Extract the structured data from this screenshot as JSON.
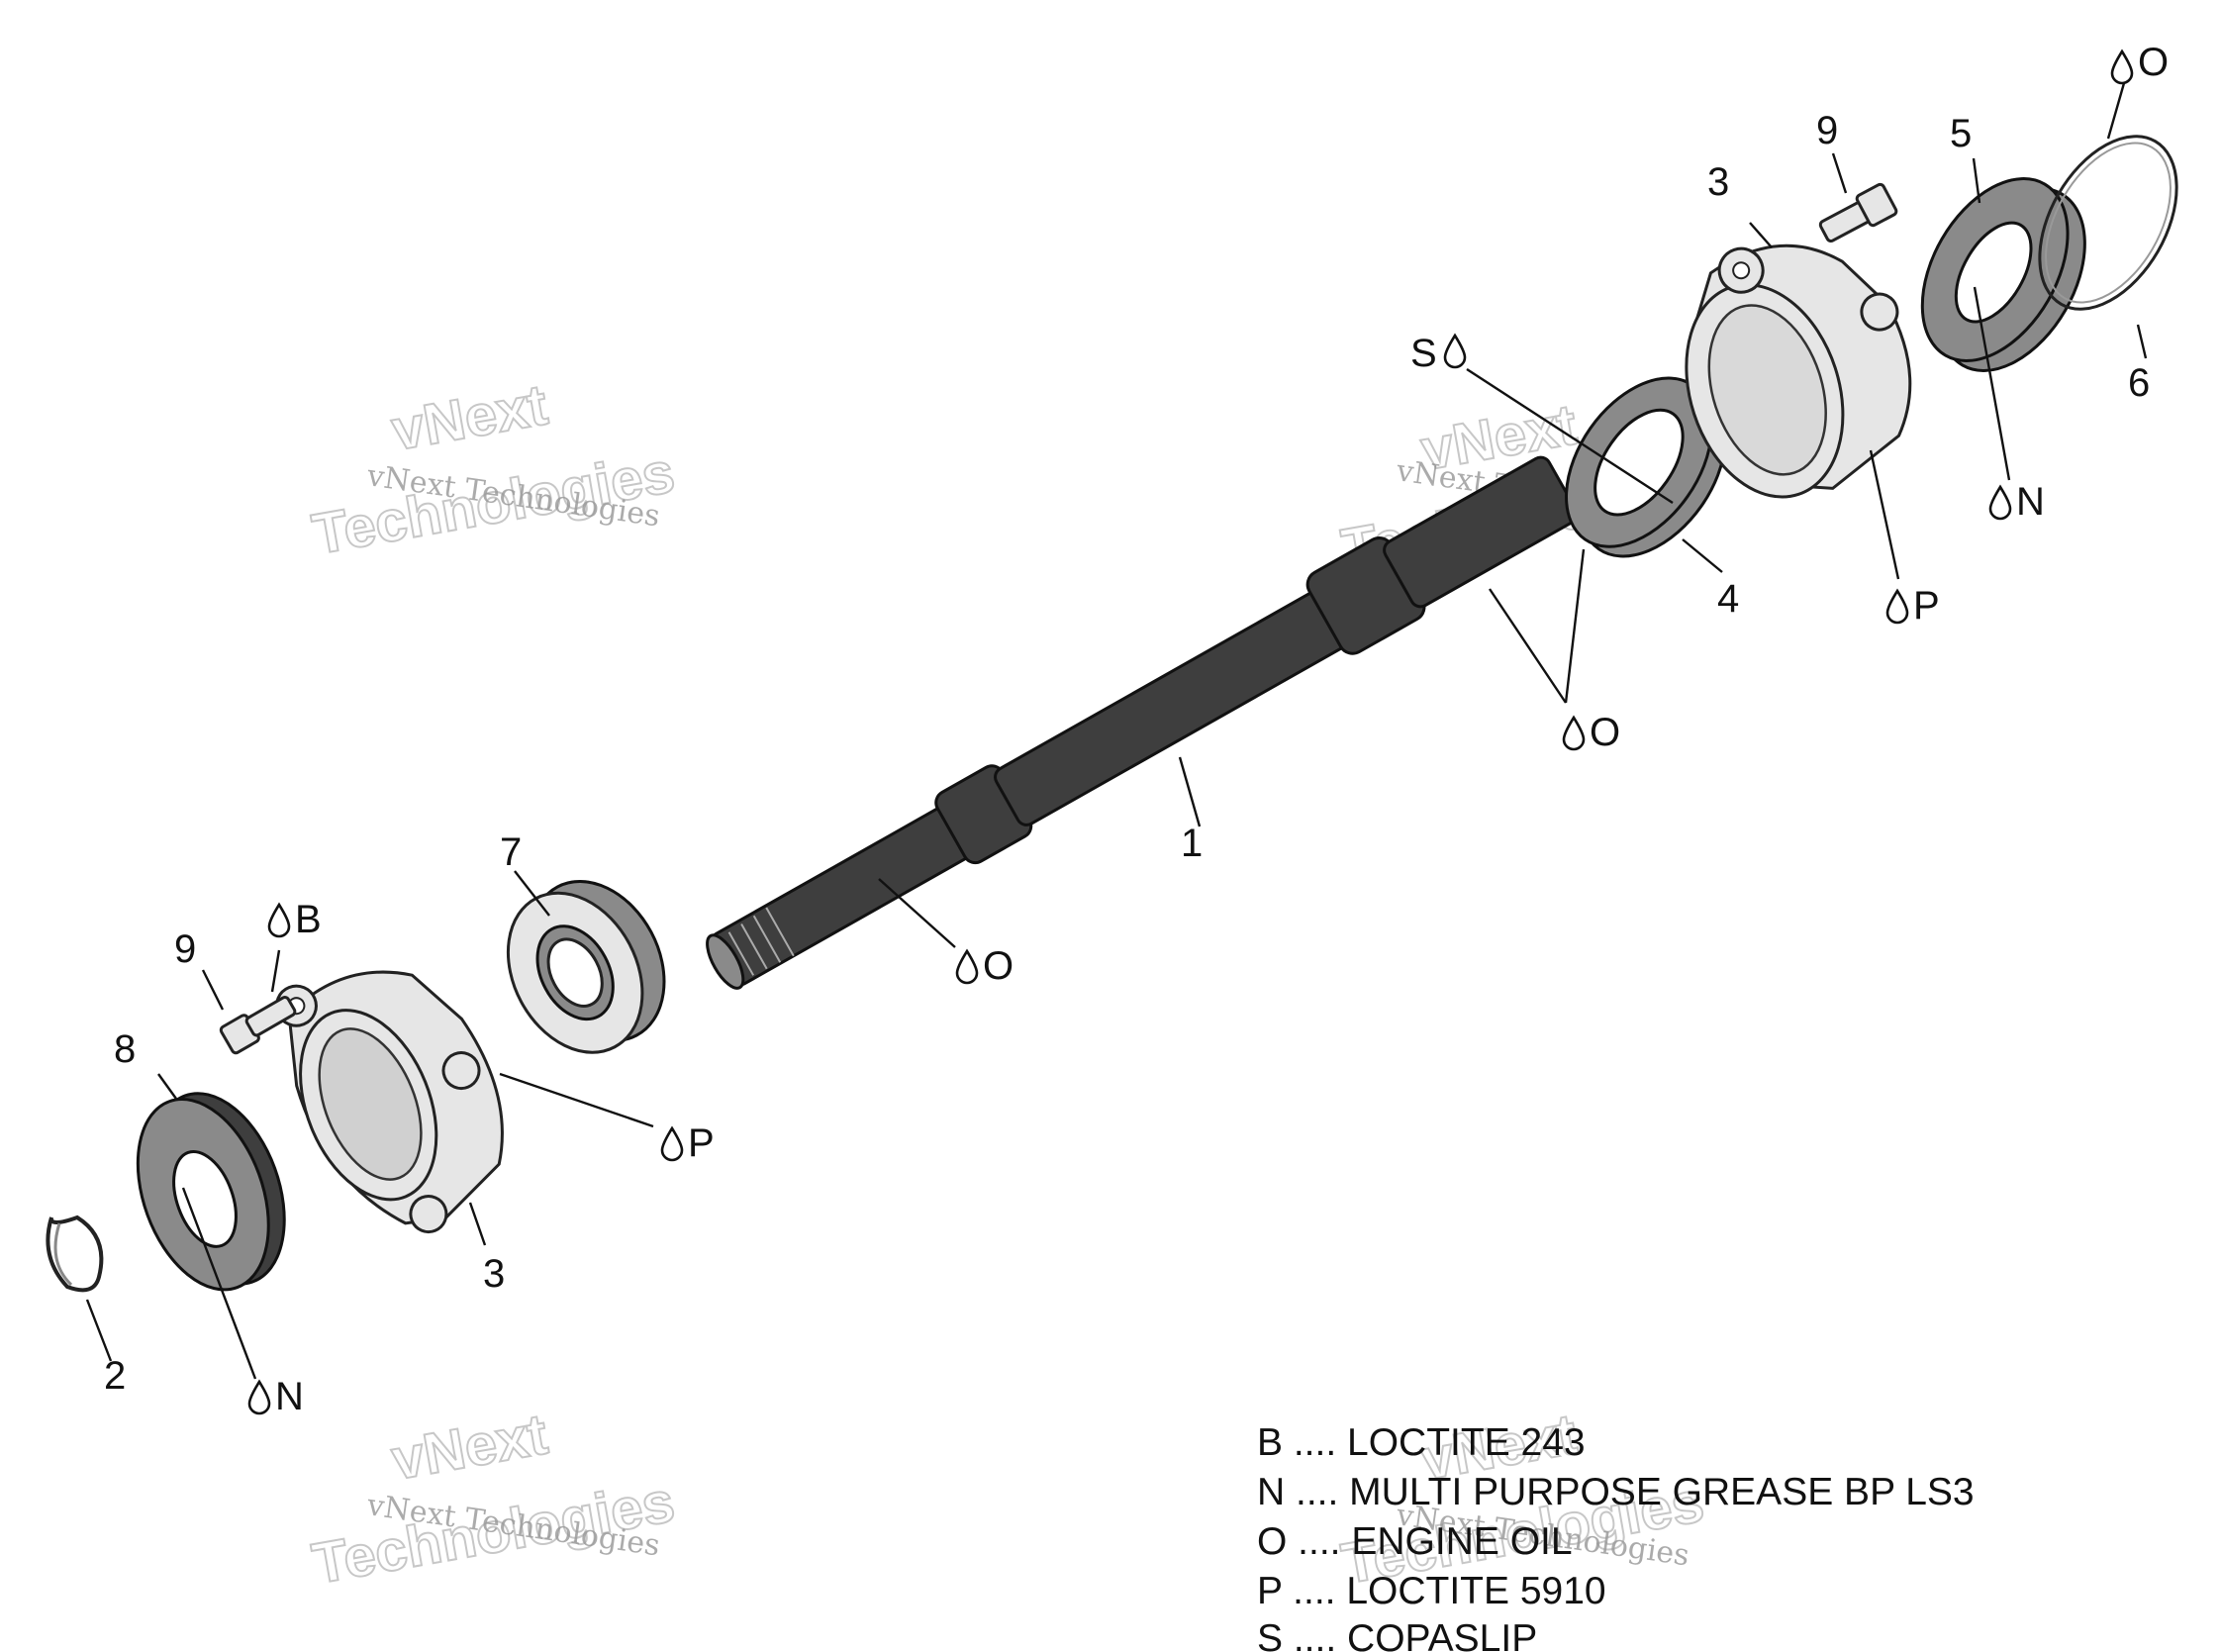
{
  "callouts": {
    "c1": "1",
    "c2": "2",
    "c3a": "3",
    "c3b": "3",
    "c4": "4",
    "c5": "5",
    "c6": "6",
    "c7": "7",
    "c8": "8",
    "c9a": "9",
    "c9b": "9",
    "o_top": "O",
    "o_shaft_right": "O",
    "o_shaft_left": "O",
    "s": "S",
    "n_right": "N",
    "n_left": "N",
    "p_right": "P",
    "p_left": "P",
    "b": "B"
  },
  "legend": [
    "B .... LOCTITE 243",
    "N .... MULTI PURPOSE GREASE BP LS3",
    "O .... ENGINE OIL",
    "P .... LOCTITE 5910",
    "S .... COPASLIP"
  ],
  "watermarks": {
    "brand": "vNext",
    "company": "Technologies",
    "full": "vNext Technologies"
  },
  "icons": {
    "lubricant": "drop-icon"
  }
}
